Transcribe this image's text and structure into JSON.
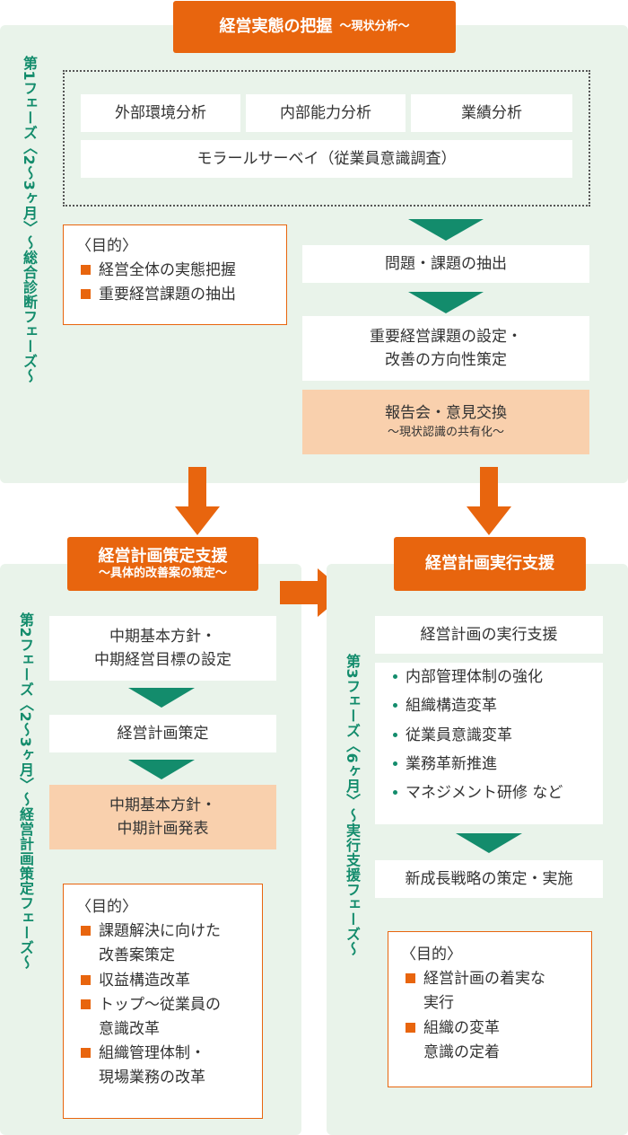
{
  "phase1": {
    "header_title": "経営実態の把握",
    "header_sub": "～現状分析～",
    "side_label": "第1フェーズ〈2～3ヶ月〉～総合診断フェーズ～",
    "analysis": [
      "外部環境分析",
      "内部能力分析",
      "業績分析"
    ],
    "survey": "モラールサーベイ（従業員意識調査）",
    "purpose_title": "〈目的〉",
    "purpose_items": [
      "経営全体の実態把握",
      "重要経営課題の抽出"
    ],
    "step1": "問題・課題の抽出",
    "step2_l1": "重要経営課題の設定・",
    "step2_l2": "改善の方向性策定",
    "report_title": "報告会・意見交換",
    "report_sub": "～現状認識の共有化～"
  },
  "phase2": {
    "header_title": "経営計画策定支援",
    "header_sub": "～具体的改善案の策定～",
    "side_label": "第2フェーズ〈2～3ヶ月〉～経営計画策定フェーズ～",
    "step1_l1": "中期基本方針・",
    "step1_l2": "中期経営目標の設定",
    "step2": "経営計画策定",
    "step3_l1": "中期基本方針・",
    "step3_l2": "中期計画発表",
    "purpose_title": "〈目的〉",
    "purpose_items": [
      {
        "l1": "課題解決に向けた",
        "l2": "改善案策定"
      },
      {
        "l1": "収益構造改革",
        "l2": ""
      },
      {
        "l1": "トップ～従業員の",
        "l2": "意識改革"
      },
      {
        "l1": "組織管理体制・",
        "l2": "現場業務の改革"
      }
    ]
  },
  "phase3": {
    "header_title": "経営計画実行支援",
    "side_label": "第3フェーズ〈6ヶ月〉～実行支援フェーズ～",
    "step1": "経営計画の実行支援",
    "bullets": [
      "内部管理体制の強化",
      "組織構造変革",
      "従業員意識変革",
      "業務革新推進",
      "マネジメント研修 など"
    ],
    "step3": "新成長戦略の策定・実施",
    "purpose_title": "〈目的〉",
    "purpose_items": [
      {
        "l1": "経営計画の着実な",
        "l2": "実行"
      },
      {
        "l1": "組織の変革",
        "l2": "意識の定着"
      }
    ]
  },
  "colors": {
    "accent": "#e8650e",
    "green": "#138c6c",
    "panel": "#e9f3ea",
    "highlight": "#f9d0ad"
  }
}
